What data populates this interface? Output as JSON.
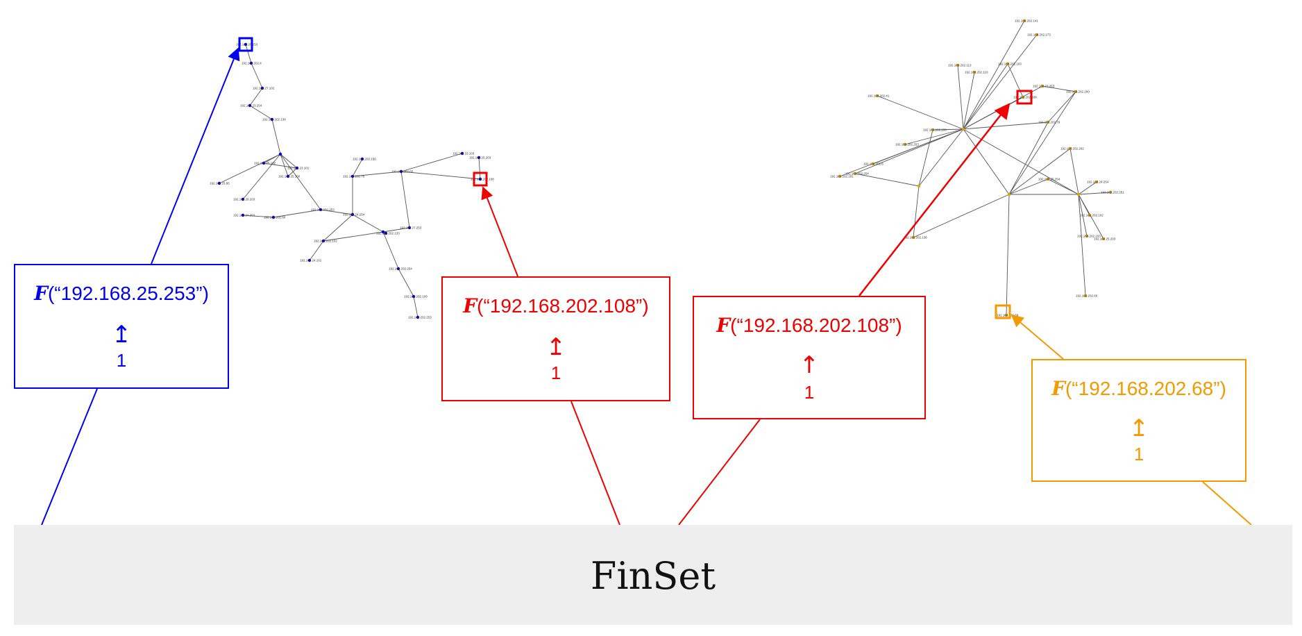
{
  "chart_data": {
    "type": "network-diagram",
    "category_label": "FinSet",
    "graphs": [
      {
        "name": "",
        "node_color": "#0000cc",
        "nodes": [
          "192.168.25.253",
          "192.168.202.4",
          "192.168.27.102",
          "192.168.23.254",
          "192.168.202.138",
          "192.168.25.102",
          "192.168.23.101",
          "192.168.25.100",
          "192.168.25.95",
          "192.168.28.203",
          "192.168.24.253",
          "192.168.202.80",
          "192.168.202.253",
          "192.168.24.254",
          "192.168.202.102",
          "192.168.24.101",
          "192.168.27.253",
          "192.168.202.76",
          "192.168.202.156",
          "192.168.202.65",
          "192.168.202.108",
          "192.168.23.103",
          "192.168.25.203",
          "192.168.202.133",
          "192.168.202.254",
          "192.168.202.109",
          "192.168.202.253"
        ],
        "highlighted": [
          {
            "node": "192.168.25.253",
            "color": "#0000ee"
          },
          {
            "node": "192.168.202.108",
            "color": "#ee0000"
          }
        ]
      },
      {
        "name": "",
        "node_color": "#e0a000",
        "nodes": [
          "192.168.202.141",
          "192.168.202.173",
          "192.168.202.113",
          "192.168.202.103",
          "192.168.202.110",
          "192.168.23.253",
          "192.168.202.200",
          "192.168.202.41",
          "192.168.202.108",
          "192.168.202.79",
          "192.168.202.100",
          "192.168.202.253",
          "192.168.202.254",
          "192.168.202.6",
          "192.168.202.181",
          "192.168.25.254",
          "192.168.202.202",
          "192.168.24.254",
          "192.168.202.251",
          "192.168.202.68",
          "192.168.202.103",
          "192.168.25.203",
          "192.168.202.102",
          "192.168.202.136",
          "192.168.202.60"
        ],
        "highlighted": [
          {
            "node": "192.168.202.108",
            "color": "#ee0000"
          },
          {
            "node": "192.168.202.68",
            "color": "#f29a00"
          }
        ]
      }
    ],
    "morphisms": [
      {
        "label": "192.168.25.253",
        "color": "#0000ee",
        "glyph": "↥",
        "unit": "1"
      },
      {
        "label": "192.168.202.108",
        "color": "#ee0000",
        "glyph": "↥",
        "unit": "1"
      },
      {
        "label": "192.168.202.108",
        "color": "#ee0000",
        "glyph": "↑",
        "unit": "1"
      },
      {
        "label": "192.168.202.68",
        "color": "#f29a00",
        "glyph": "↥",
        "unit": "1"
      }
    ]
  },
  "boxes": [
    {
      "fsym": "F",
      "open": "(“",
      "label": "192.168.25.253",
      "close": "”)",
      "glyph": "↥",
      "unit": "1"
    },
    {
      "fsym": "F",
      "open": "(“",
      "label": "192.168.202.108",
      "close": "”)",
      "glyph": "↥",
      "unit": "1"
    },
    {
      "fsym": "F",
      "open": "(“",
      "label": "192.168.202.108",
      "close": "”)",
      "glyph": "↑",
      "unit": "1"
    },
    {
      "fsym": "F",
      "open": "(“",
      "label": "192.168.202.68",
      "close": "”)",
      "glyph": "↥",
      "unit": "1"
    }
  ],
  "finset": {
    "label": "FinSet"
  }
}
